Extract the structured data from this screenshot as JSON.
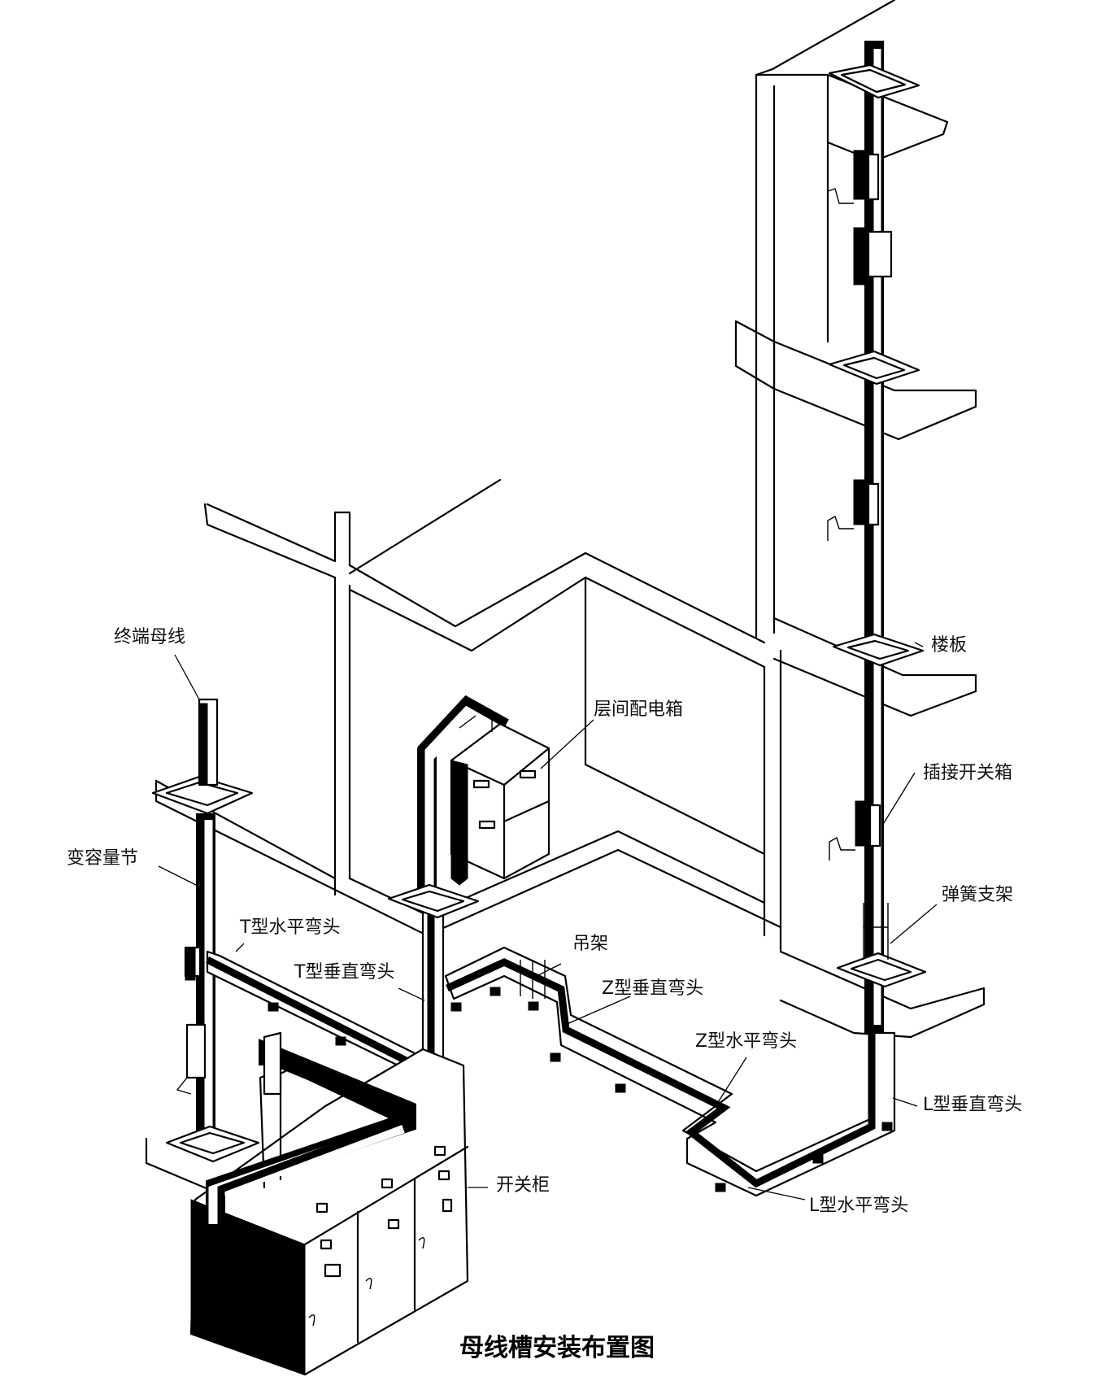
{
  "title": "母线槽安装布置图",
  "labels": {
    "terminal_busbar": "终端母线",
    "variable_capacity_section": "变容量节",
    "t_horizontal_elbow": "T型水平弯头",
    "t_vertical_elbow": "T型垂直弯头",
    "hanger": "吊架",
    "z_vertical_elbow": "Z型垂直弯头",
    "z_horizontal_elbow": "Z型水平弯头",
    "l_vertical_elbow": "L型垂直弯头",
    "l_horizontal_elbow": "L型水平弯头",
    "switchgear": "开关柜",
    "floor_slab": "楼板",
    "plug_in_switch_box": "插接开关箱",
    "spring_support": "弹簧支架",
    "floor_distribution_box": "层间配电箱"
  }
}
